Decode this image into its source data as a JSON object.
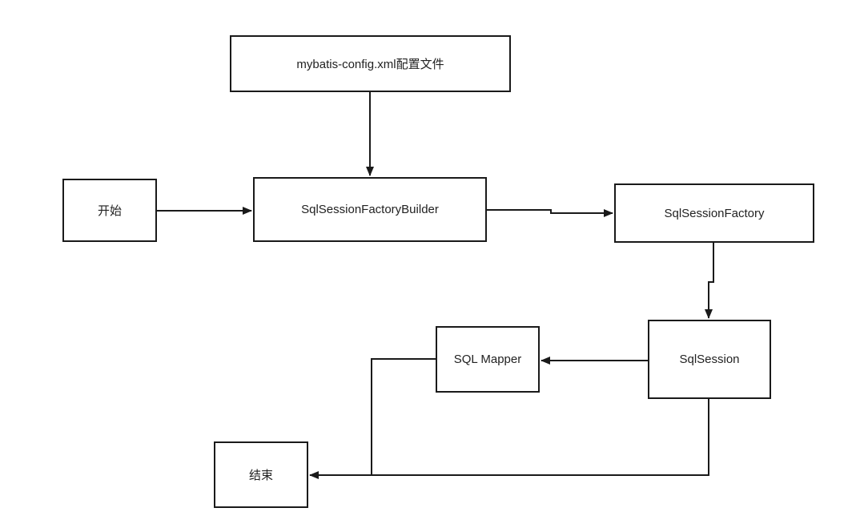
{
  "nodes": {
    "config": "mybatis-config.xml配置文件",
    "start": "开始",
    "builder": "SqlSessionFactoryBuilder",
    "factory": "SqlSessionFactory",
    "session": "SqlSession",
    "mapper": "SQL Mapper",
    "end": "结束"
  },
  "edges": [
    {
      "from": "config",
      "to": "builder"
    },
    {
      "from": "start",
      "to": "builder"
    },
    {
      "from": "builder",
      "to": "factory"
    },
    {
      "from": "factory",
      "to": "session"
    },
    {
      "from": "session",
      "to": "mapper"
    },
    {
      "from": "mapper",
      "to": "end"
    },
    {
      "from": "session",
      "to": "end"
    }
  ],
  "colors": {
    "stroke": "#1a1a1a",
    "text": "#222222",
    "background": "#ffffff"
  }
}
